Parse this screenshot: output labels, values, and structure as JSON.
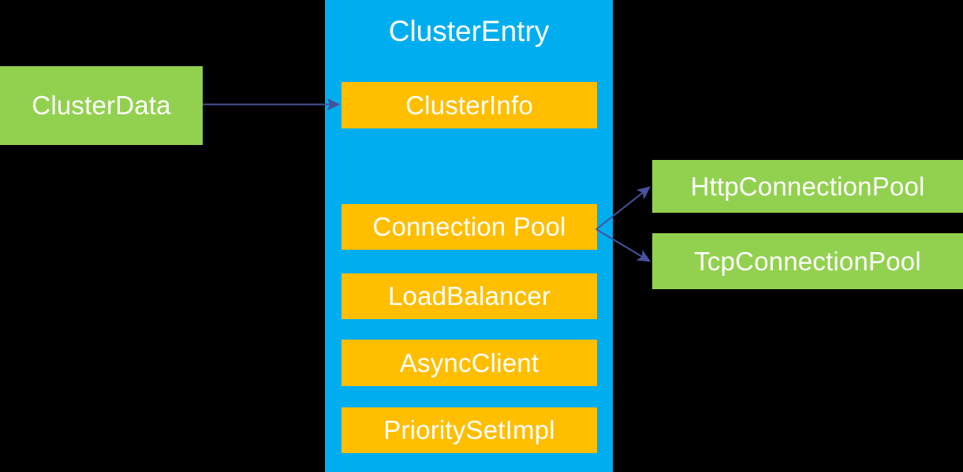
{
  "diagram": {
    "background_color": "#000000",
    "title": "ClusterEntry",
    "colors": {
      "container": "#00AEEF",
      "member": "#FFBE00",
      "external": "#92D14F",
      "arrow": "#46529D",
      "text": "#FFFFFF"
    },
    "container": {
      "label": "ClusterEntry",
      "members": [
        {
          "label": "ClusterInfo"
        },
        {
          "label": "Connection Pool"
        },
        {
          "label": "LoadBalancer"
        },
        {
          "label": "AsyncClient"
        },
        {
          "label": "PrioritySetImpl"
        }
      ]
    },
    "external_left": [
      {
        "label": "ClusterData"
      }
    ],
    "external_right": [
      {
        "label": "HttpConnectionPool"
      },
      {
        "label": "TcpConnectionPool"
      }
    ],
    "connections": [
      {
        "from": "ClusterData",
        "to": "ClusterInfo"
      },
      {
        "from": "Connection Pool",
        "to": "HttpConnectionPool"
      },
      {
        "from": "Connection Pool",
        "to": "TcpConnectionPool"
      }
    ]
  }
}
